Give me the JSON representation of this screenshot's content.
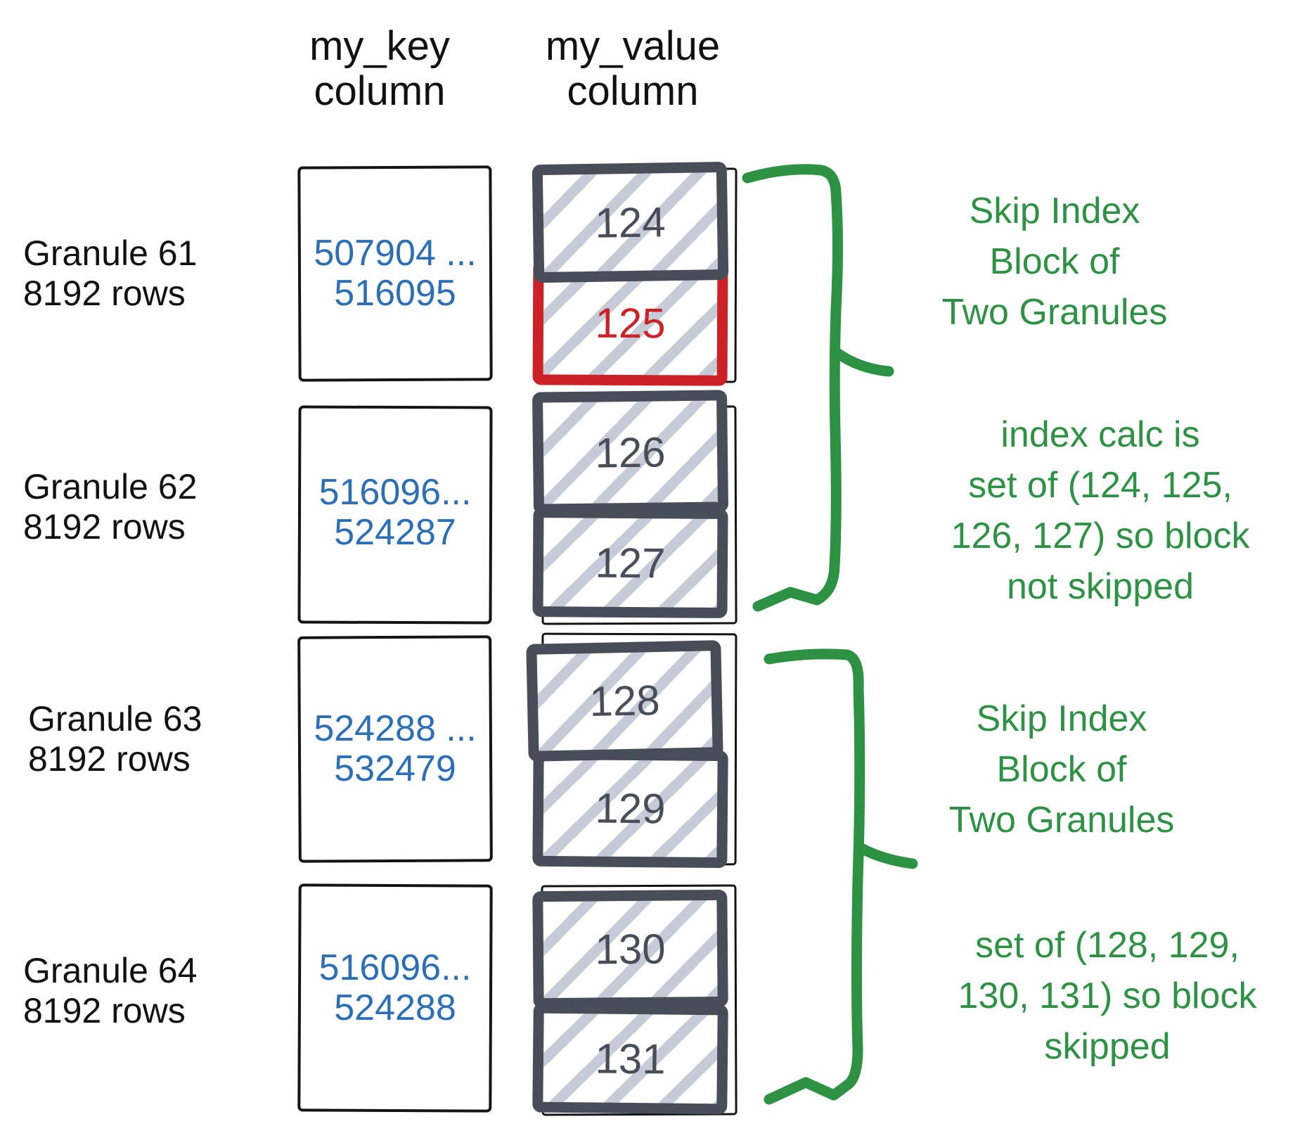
{
  "diagram": {
    "key_header": {
      "line1": "my_key",
      "line2": "column"
    },
    "value_header": {
      "line1": "my_value",
      "line2": "column"
    },
    "granules": [
      {
        "name": "Granule 61",
        "rows": "8192 rows",
        "key_min": "507904 ...",
        "key_max": "516095",
        "blocks": [
          {
            "value": "124",
            "highlighted": false
          },
          {
            "value": "125",
            "highlighted": true
          }
        ]
      },
      {
        "name": "Granule 62",
        "rows": "8192 rows",
        "key_min": "516096...",
        "key_max": "524287",
        "blocks": [
          {
            "value": "126",
            "highlighted": false
          },
          {
            "value": "127",
            "highlighted": false
          }
        ]
      },
      {
        "name": "Granule 63",
        "rows": "8192 rows",
        "key_min": "524288 ...",
        "key_max": "532479",
        "blocks": [
          {
            "value": "128",
            "highlighted": false
          },
          {
            "value": "129",
            "highlighted": false
          }
        ]
      },
      {
        "name": "Granule 64",
        "rows": "8192 rows",
        "key_min": "516096...",
        "key_max": "524288",
        "blocks": [
          {
            "value": "130",
            "highlighted": false
          },
          {
            "value": "131",
            "highlighted": false
          }
        ]
      }
    ],
    "annotations": [
      {
        "lines": [
          "Skip Index",
          "Block of",
          "Two Granules"
        ]
      },
      {
        "lines": [
          "index calc is",
          "set of (124, 125,",
          "126, 127) so block",
          "not skipped"
        ]
      },
      {
        "lines": [
          "Skip Index",
          "Block of",
          "Two Granules"
        ]
      },
      {
        "lines": [
          "set of (128, 129,",
          "130, 131) so block",
          "skipped"
        ]
      }
    ],
    "colors": {
      "key_text": "#2d6fb6",
      "block_border": "#474e58",
      "highlight_block": "#cd2128",
      "annotation_green": "#2e9245",
      "hatch": "#c5cbd7",
      "text_black": "#111111"
    }
  }
}
